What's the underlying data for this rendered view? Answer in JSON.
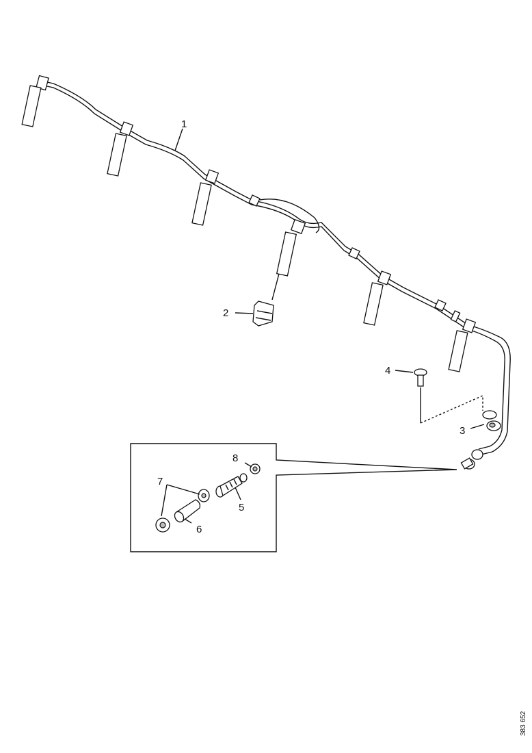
{
  "callouts": {
    "c1": "1",
    "c2": "2",
    "c3": "3",
    "c4": "4",
    "c5": "5",
    "c6": "6",
    "c7": "7",
    "c8": "8"
  },
  "drawing_number": "383 652"
}
